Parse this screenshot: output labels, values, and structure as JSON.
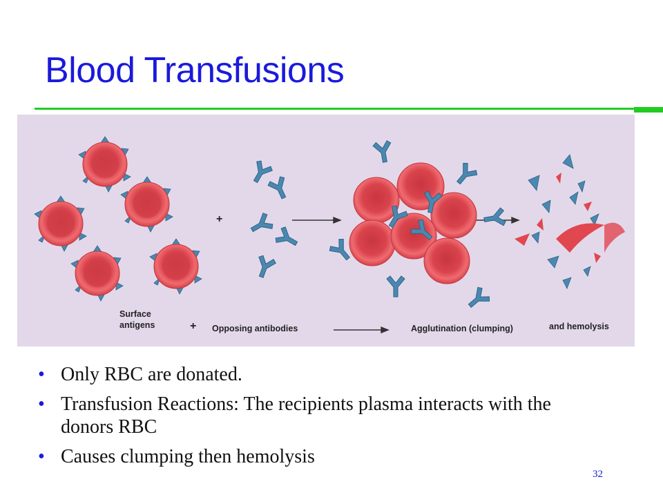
{
  "slide": {
    "title": "Blood Transfusions",
    "number": "32",
    "accent_color": "#22cc22",
    "title_color": "#1a1adb"
  },
  "figure": {
    "label_surface_antigens_1": "Surface",
    "label_surface_antigens_2": "antigens",
    "plus_bottom": "+",
    "label_opposing_antibodies": "Opposing antibodies",
    "label_agglutination": "Agglutination (clumping)",
    "label_hemolysis": "and hemolysis",
    "plus_middle": "+",
    "rbc_color": "#e0474f",
    "antibody_color": "#4a88b0"
  },
  "bullets": [
    "Only RBC are donated.",
    "Transfusion Reactions:  The recipients plasma interacts with the donors RBC",
    "Causes clumping then hemolysis"
  ]
}
